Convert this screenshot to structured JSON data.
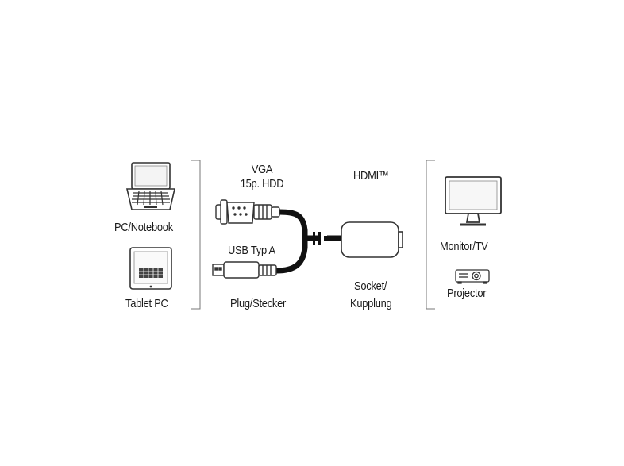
{
  "source": {
    "pc_label": "PC/Notebook",
    "tablet_label": "Tablet PC"
  },
  "connectors": {
    "vga_line1": "VGA",
    "vga_line2": "15p. HDD",
    "usb_label": "USB Typ A",
    "plug_label": "Plug/Stecker"
  },
  "adapter": {
    "hdmi_label": "HDMI™",
    "socket_line1": "Socket/",
    "socket_line2": "Kupplung"
  },
  "target": {
    "monitor_label": "Monitor/TV",
    "projector_label": "Projector"
  }
}
